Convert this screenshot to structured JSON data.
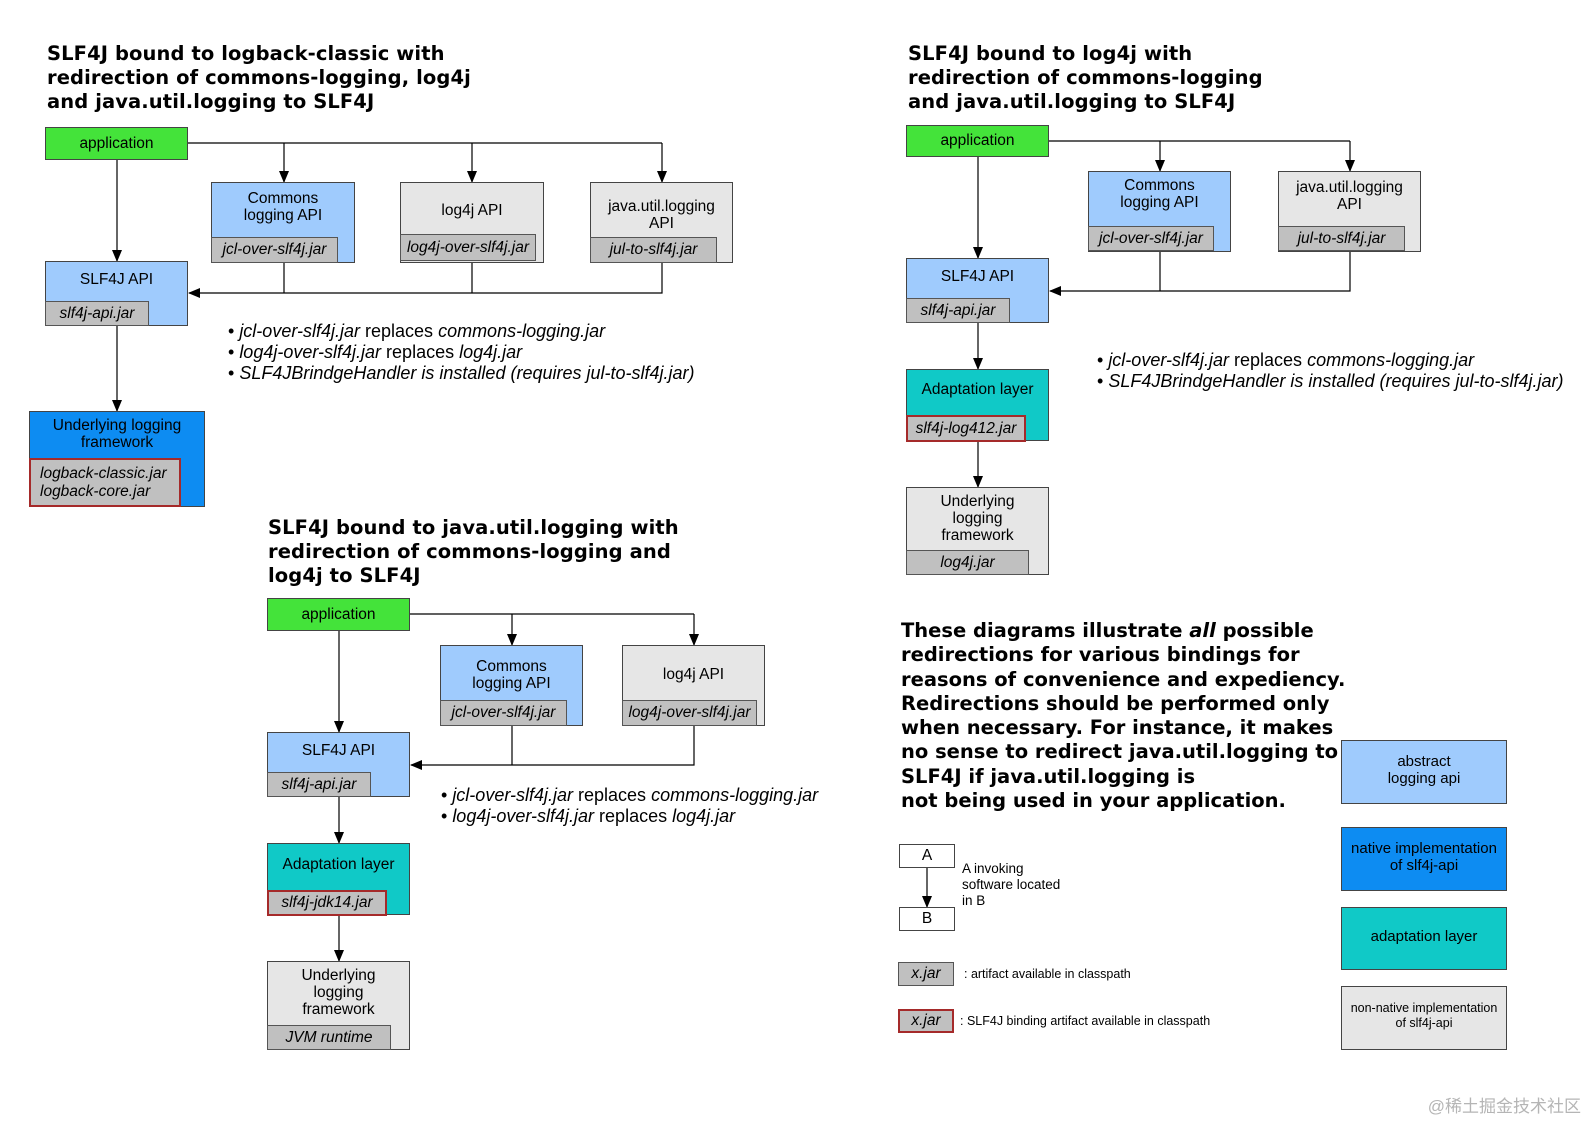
{
  "diagram1": {
    "title": "SLF4J bound to logback-classic with\nredirection of commons-logging, log4j\nand java.util.logging to SLF4J",
    "application": "application",
    "commons_api": "Commons\nlogging API",
    "commons_jar": "jcl-over-slf4j.jar",
    "log4j_api": "log4j API",
    "log4j_jar": "log4j-over-slf4j.jar",
    "jul_api": "java.util.logging\nAPI",
    "jul_jar": "jul-to-slf4j.jar",
    "slf4j_api": "SLF4J API",
    "slf4j_jar": "slf4j-api.jar",
    "underlying": "Underlying logging\nframework",
    "underlying_jar": "logback-classic.jar\nlogback-core.jar",
    "notes": [
      {
        "a": "jcl-over-slf4j.jar",
        "b": " replaces ",
        "c": "commons-logging.jar"
      },
      {
        "a": "log4j-over-slf4j.jar",
        "b": " replaces ",
        "c": "log4j.jar"
      },
      {
        "a": "SLF4JBrindgeHandler is installed (requires jul-to-slf4j.jar)",
        "b": "",
        "c": ""
      }
    ]
  },
  "diagram2": {
    "title": "SLF4J bound to log4j with\nredirection of commons-logging\nand java.util.logging to SLF4J",
    "application": "application",
    "commons_api": "Commons\nlogging API",
    "commons_jar": "jcl-over-slf4j.jar",
    "jul_api": "java.util.logging\nAPI",
    "jul_jar": "jul-to-slf4j.jar",
    "slf4j_api": "SLF4J API",
    "slf4j_jar": "slf4j-api.jar",
    "adaptation": "Adaptation layer",
    "adaptation_jar": "slf4j-log412.jar",
    "underlying": "Underlying\nlogging\nframework",
    "underlying_jar": "log4j.jar",
    "notes": [
      {
        "a": "jcl-over-slf4j.jar",
        "b": " replaces ",
        "c": "commons-logging.jar"
      },
      {
        "a": "SLF4JBrindgeHandler is installed (requires jul-to-slf4j.jar)",
        "b": "",
        "c": ""
      }
    ]
  },
  "diagram3": {
    "title": "SLF4J bound to java.util.logging with\nredirection of commons-logging and\nlog4j to SLF4J",
    "application": "application",
    "commons_api": "Commons\nlogging API",
    "commons_jar": "jcl-over-slf4j.jar",
    "log4j_api": "log4j API",
    "log4j_jar": "log4j-over-slf4j.jar",
    "slf4j_api": "SLF4J API",
    "slf4j_jar": "slf4j-api.jar",
    "adaptation": "Adaptation layer",
    "adaptation_jar": "slf4j-jdk14.jar",
    "underlying": "Underlying\nlogging\nframework",
    "underlying_jar": "JVM runtime",
    "notes": [
      {
        "a": "jcl-over-slf4j.jar",
        "b": " replaces ",
        "c": "commons-logging.jar"
      },
      {
        "a": "log4j-over-slf4j.jar",
        "b": " replaces ",
        "c": "log4j.jar"
      }
    ]
  },
  "explanation": {
    "line1_pre": "These diagrams illustrate ",
    "line1_em": "all",
    "line1_post": " possible",
    "rest": "redirections for various bindings for\nreasons of convenience and expediency.\nRedirections should be performed only\nwhen necessary. For instance, it makes\nno sense to redirect java.util.logging to\nSLF4J if java.util.logging is\nnot being used in your application."
  },
  "legend": {
    "a": "A",
    "b": "B",
    "invoke_desc": "A invoking\nsoftware located\nin B",
    "jar_sample": "x.jar",
    "artifact_desc": ": artifact available in classpath",
    "binding_desc": ": SLF4J binding artifact available in classpath",
    "abstract": "abstract\nlogging api",
    "native": "native implementation\nof slf4j-api",
    "adaptation": "adaptation layer",
    "non_native": "non-native implementation\nof slf4j-api"
  },
  "watermark": "@稀土掘金技术社区",
  "colors": {
    "application": "#44e33a",
    "abstract_api": "#9fcbfd",
    "native_impl": "#0d8cf2",
    "adaptation": "#10c9c7",
    "non_native": "#e6e6e6",
    "jar": "#c0c0c0",
    "binding_border": "#a52a2a"
  }
}
